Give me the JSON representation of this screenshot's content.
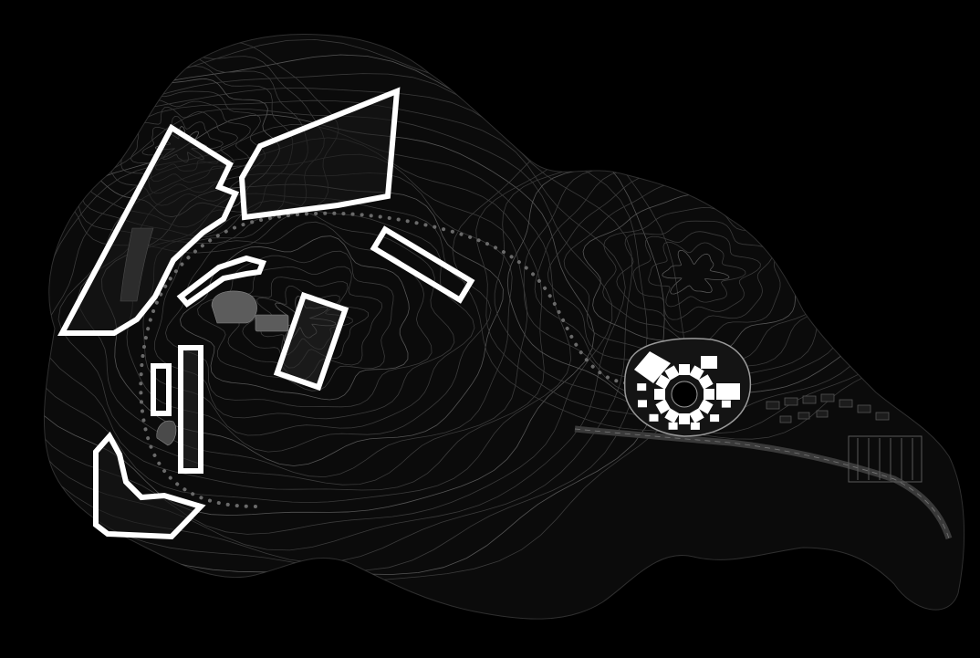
{
  "map": {
    "style": "dark site plan with topographic contour lines",
    "colors": {
      "background": "#000000",
      "terrain_fill": "#0b0b0b",
      "contour": "#3b3b3b",
      "contour_light": "#555555",
      "highlight_outline": "#ffffff",
      "building_fill": "#ffffff",
      "path_dots": "#6a6a6a",
      "road": "#2a2a2a"
    },
    "highlighted_zones_count": 8,
    "circular_compound_buildings_count": 12
  }
}
